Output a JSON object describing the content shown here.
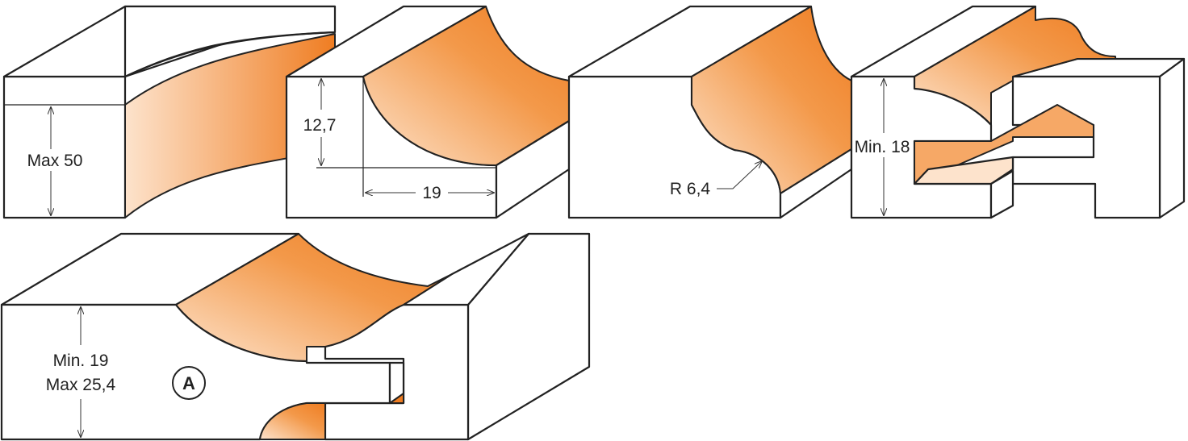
{
  "colors": {
    "profile_dark": "#ef7d22",
    "profile_light": "#fde3cc",
    "outline": "#222222",
    "background": "#ffffff"
  },
  "profiles": [
    {
      "id": "p1",
      "dims": [
        "Max 50"
      ]
    },
    {
      "id": "p2",
      "dims": [
        "12,7",
        "19"
      ]
    },
    {
      "id": "p3",
      "dims": [
        "R 6,4"
      ]
    },
    {
      "id": "p4",
      "dims": [
        "Min. 18"
      ]
    },
    {
      "id": "p5",
      "dims": [
        "Min. 19",
        "Max 25,4"
      ],
      "marker": "A"
    }
  ]
}
